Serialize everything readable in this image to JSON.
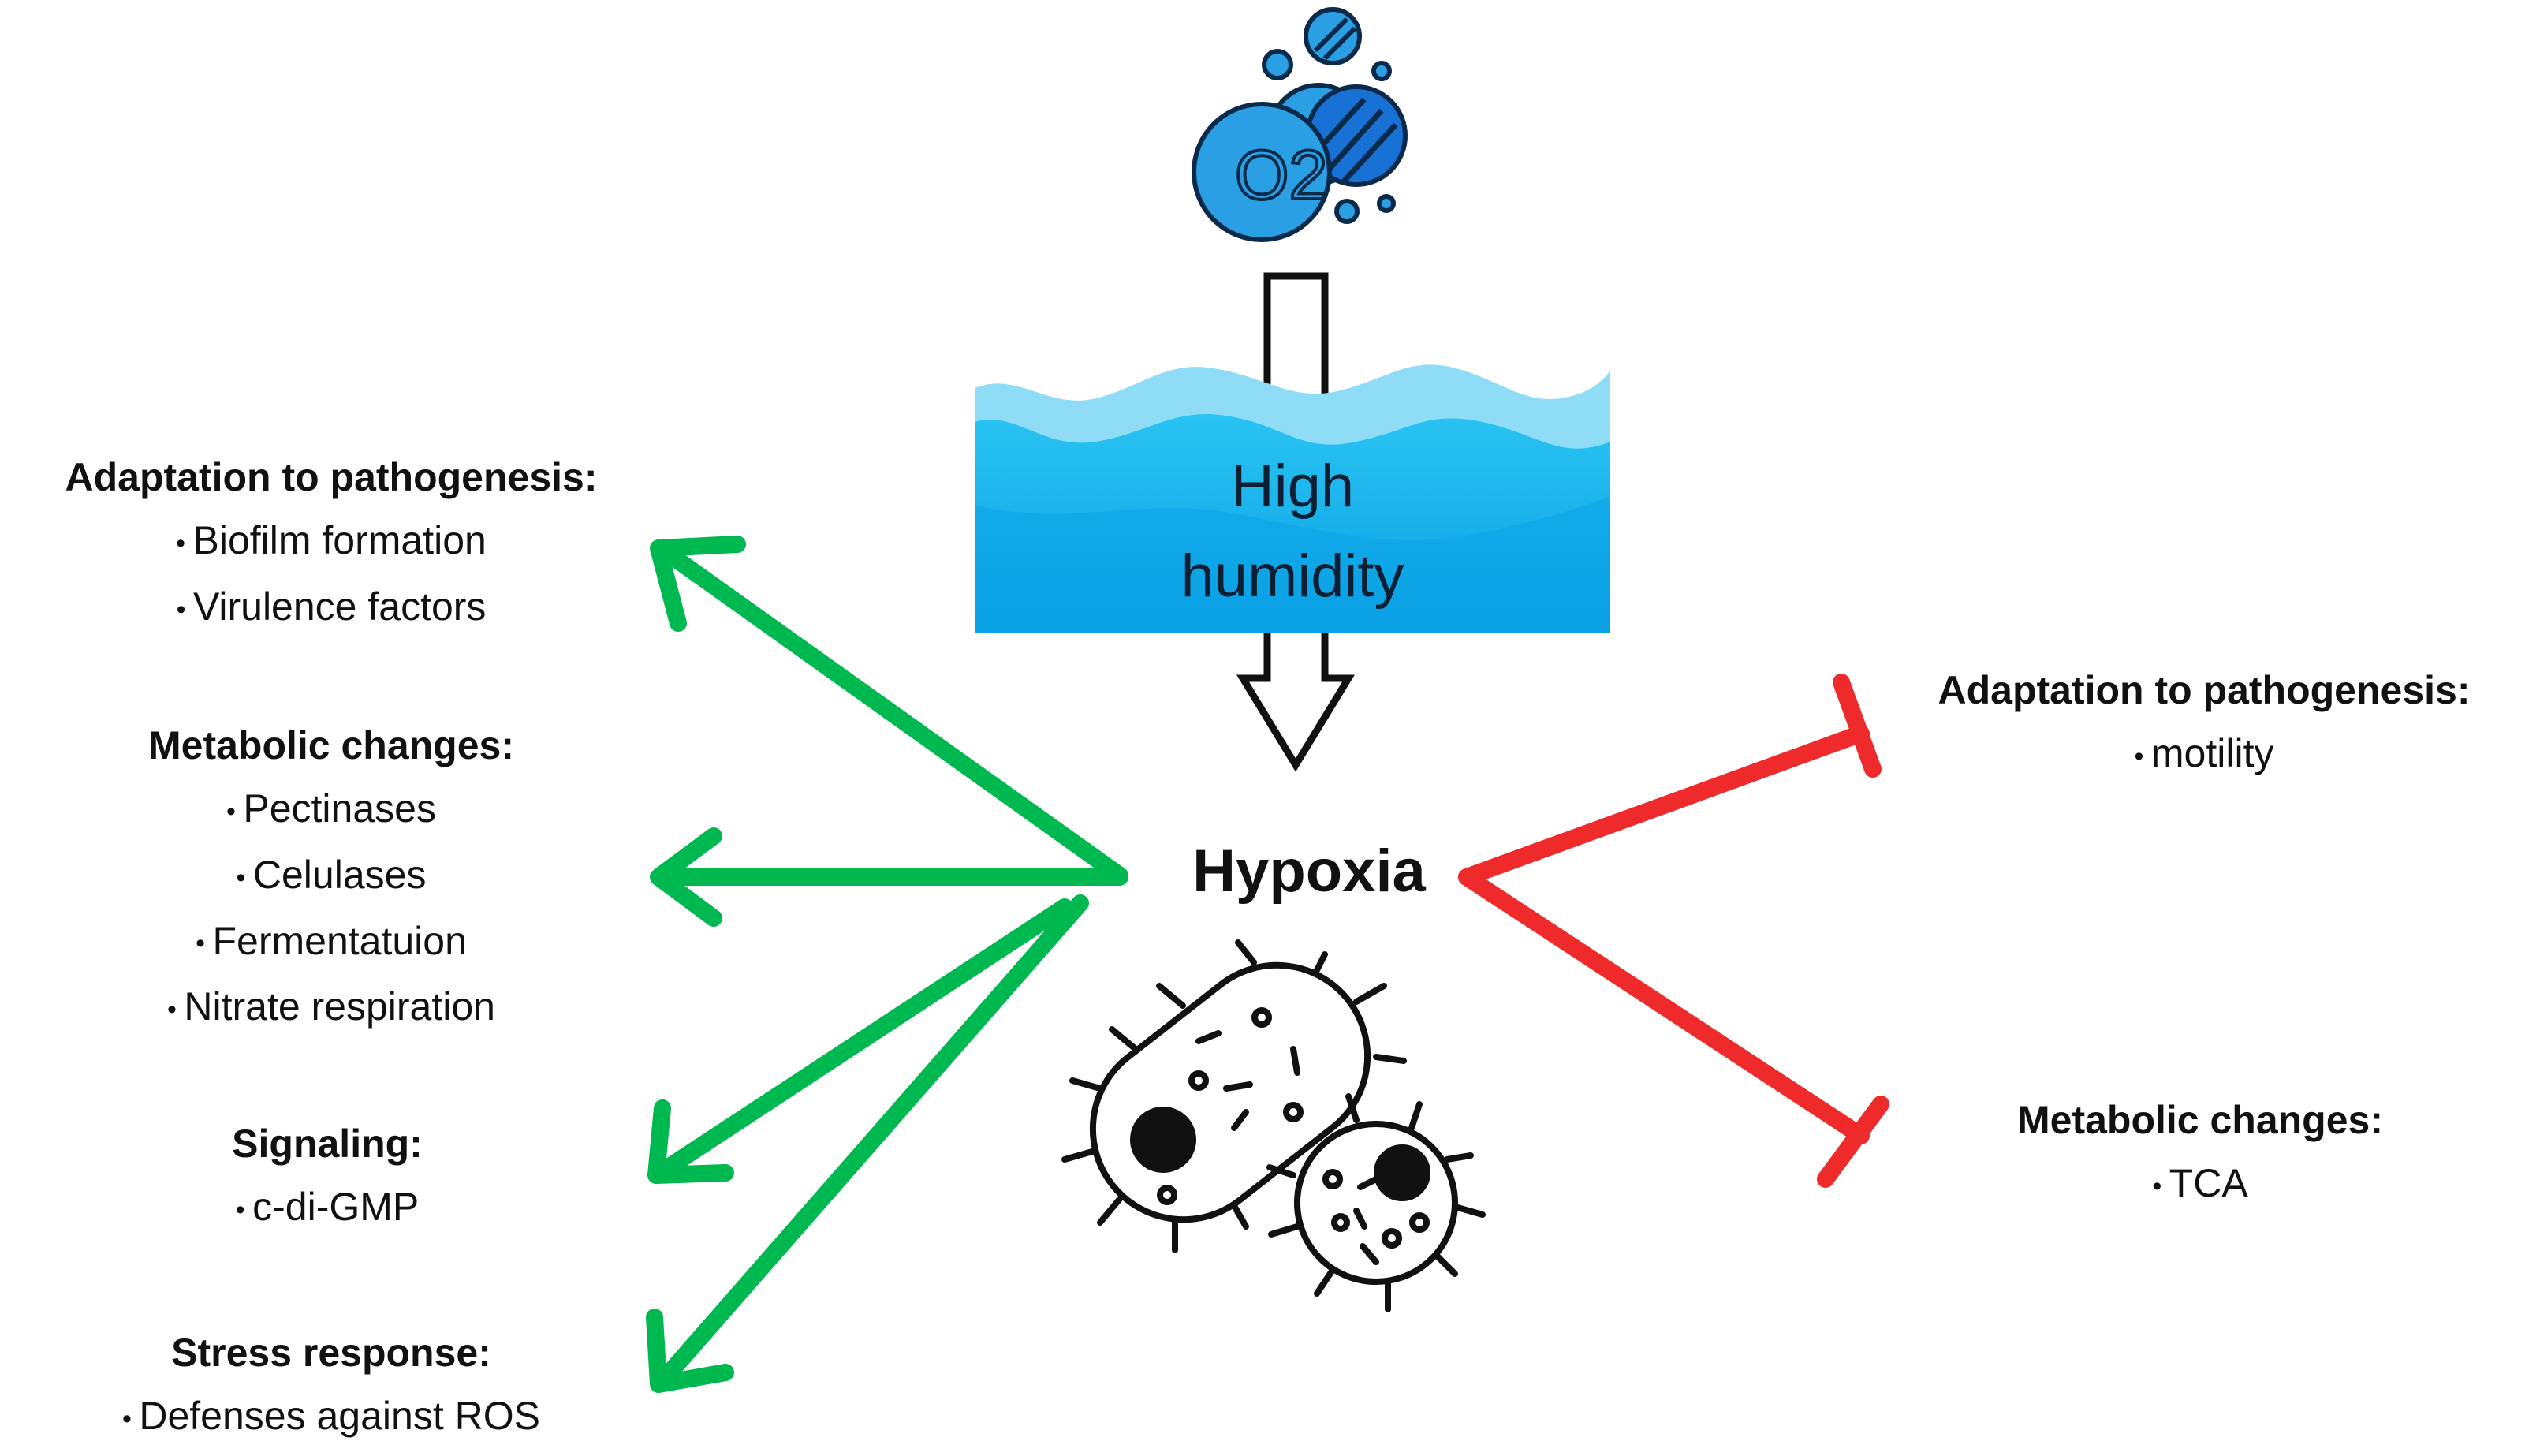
{
  "center": {
    "oxygen_label": "O2",
    "humidity_lines": [
      "High",
      "humidity"
    ],
    "hypoxia": "Hypoxia"
  },
  "left": [
    {
      "title": "Adaptation to pathogenesis:",
      "items": [
        "Biofilm formation",
        "Virulence factors"
      ]
    },
    {
      "title": "Metabolic changes:",
      "items": [
        "Pectinases",
        "Celulases",
        "Fermentatuion",
        "Nitrate respiration"
      ]
    },
    {
      "title": "Signaling:",
      "items": [
        "c-di-GMP"
      ]
    },
    {
      "title": "Stress response:",
      "items": [
        "Defenses against ROS"
      ]
    }
  ],
  "right": [
    {
      "title": "Adaptation to pathogenesis:",
      "items": [
        "motility"
      ]
    },
    {
      "title": "Metabolic changes:",
      "items": [
        "TCA"
      ]
    }
  ],
  "colors": {
    "activation_arrow": "#00b850",
    "inhibition_arrow": "#ee2a2a",
    "water_light": "#8fdcf7",
    "water_mid": "#27c2f0",
    "water_dark": "#0aa2e6",
    "bubble": "#2b9fe3",
    "bubble_dark": "#1872d6"
  },
  "icons": [
    "oxygen-bubbles-icon",
    "water-waves-icon",
    "bacteria-icon"
  ]
}
